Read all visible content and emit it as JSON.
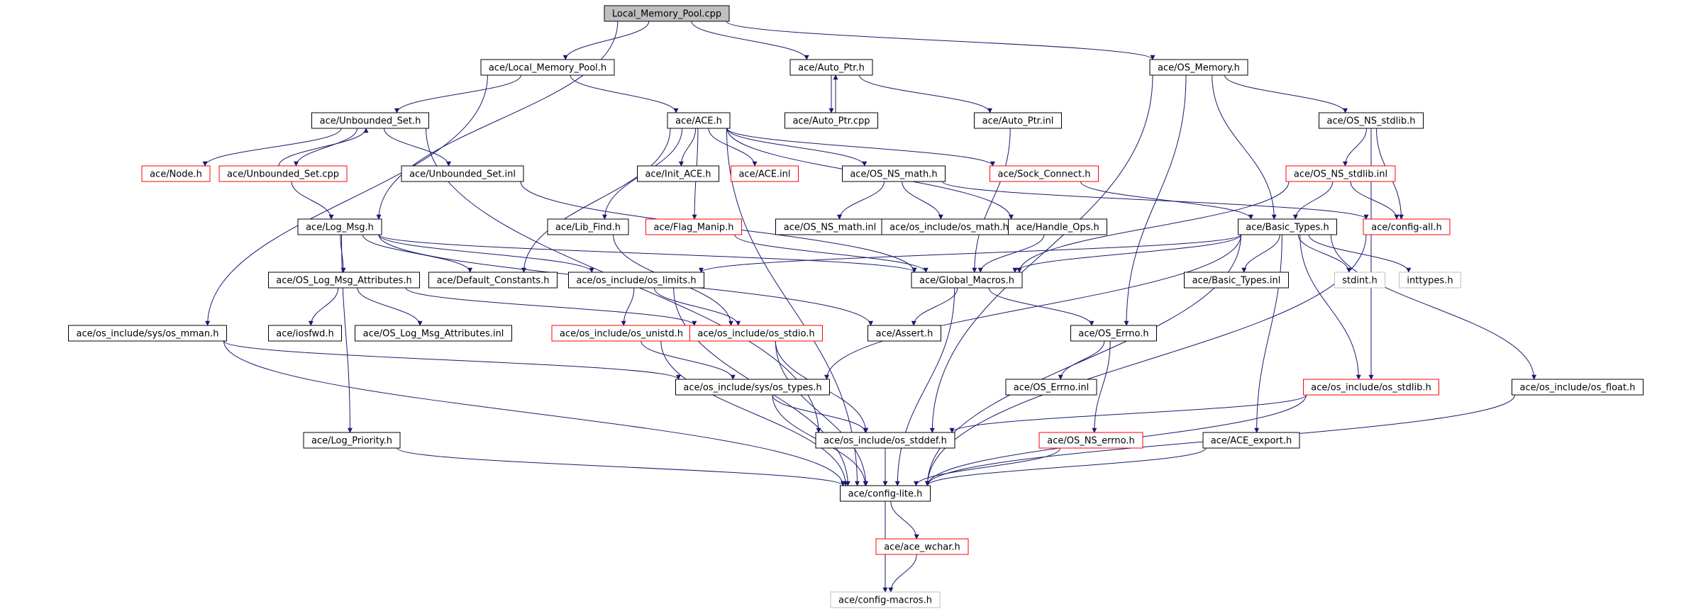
{
  "diagram": {
    "type": "include-dependency-graph",
    "colors": {
      "edge": "#191970",
      "border_normal": "#000000",
      "border_red": "#ff0000",
      "border_gray": "#bfbfbf",
      "root_fill": "#bfbfbf",
      "node_fill": "#ffffff"
    },
    "nodes": [
      {
        "id": "lmp_cpp",
        "label": "Local_Memory_Pool.cpp",
        "style": "root"
      },
      {
        "id": "lmp_h",
        "label": "ace/Local_Memory_Pool.h",
        "style": "normal"
      },
      {
        "id": "auto_ptr_h",
        "label": "ace/Auto_Ptr.h",
        "style": "normal"
      },
      {
        "id": "os_memory_h",
        "label": "ace/OS_Memory.h",
        "style": "normal"
      },
      {
        "id": "auto_ptr_cpp",
        "label": "ace/Auto_Ptr.cpp",
        "style": "normal"
      },
      {
        "id": "auto_ptr_inl",
        "label": "ace/Auto_Ptr.inl",
        "style": "normal"
      },
      {
        "id": "os_ns_stdlib_h",
        "label": "ace/OS_NS_stdlib.h",
        "style": "normal"
      },
      {
        "id": "unbounded_set_h",
        "label": "ace/Unbounded_Set.h",
        "style": "normal"
      },
      {
        "id": "ace_h",
        "label": "ace/ACE.h",
        "style": "normal"
      },
      {
        "id": "node_h",
        "label": "ace/Node.h",
        "style": "red"
      },
      {
        "id": "unbounded_set_cpp",
        "label": "ace/Unbounded_Set.cpp",
        "style": "red"
      },
      {
        "id": "unbounded_set_inl",
        "label": "ace/Unbounded_Set.inl",
        "style": "normal"
      },
      {
        "id": "init_ace_h",
        "label": "ace/Init_ACE.h",
        "style": "normal"
      },
      {
        "id": "ace_inl",
        "label": "ace/ACE.inl",
        "style": "red"
      },
      {
        "id": "os_ns_math_h",
        "label": "ace/OS_NS_math.h",
        "style": "normal"
      },
      {
        "id": "sock_connect_h",
        "label": "ace/Sock_Connect.h",
        "style": "red"
      },
      {
        "id": "os_ns_stdlib_inl",
        "label": "ace/OS_NS_stdlib.inl",
        "style": "red"
      },
      {
        "id": "log_msg_h",
        "label": "ace/Log_Msg.h",
        "style": "normal"
      },
      {
        "id": "lib_find_h",
        "label": "ace/Lib_Find.h",
        "style": "normal"
      },
      {
        "id": "flag_manip_h",
        "label": "ace/Flag_Manip.h",
        "style": "red"
      },
      {
        "id": "os_ns_math_inl",
        "label": "ace/OS_NS_math.inl",
        "style": "normal"
      },
      {
        "id": "os_math_h",
        "label": "ace/os_include/os_math.h",
        "style": "normal"
      },
      {
        "id": "handle_ops_h",
        "label": "ace/Handle_Ops.h",
        "style": "normal"
      },
      {
        "id": "basic_types_h",
        "label": "ace/Basic_Types.h",
        "style": "normal"
      },
      {
        "id": "config_all_h",
        "label": "ace/config-all.h",
        "style": "red"
      },
      {
        "id": "os_log_msg_attr_h",
        "label": "ace/OS_Log_Msg_Attributes.h",
        "style": "normal"
      },
      {
        "id": "default_constants_h",
        "label": "ace/Default_Constants.h",
        "style": "normal"
      },
      {
        "id": "os_limits_h",
        "label": "ace/os_include/os_limits.h",
        "style": "normal"
      },
      {
        "id": "global_macros_h",
        "label": "ace/Global_Macros.h",
        "style": "normal"
      },
      {
        "id": "basic_types_inl",
        "label": "ace/Basic_Types.inl",
        "style": "normal"
      },
      {
        "id": "stdint_h",
        "label": "stdint.h",
        "style": "gray"
      },
      {
        "id": "inttypes_h",
        "label": "inttypes.h",
        "style": "gray"
      },
      {
        "id": "os_mman_h",
        "label": "ace/os_include/sys/os_mman.h",
        "style": "normal"
      },
      {
        "id": "iosfwd_h",
        "label": "ace/iosfwd.h",
        "style": "normal"
      },
      {
        "id": "os_log_msg_attr_inl",
        "label": "ace/OS_Log_Msg_Attributes.inl",
        "style": "normal"
      },
      {
        "id": "os_unistd_h",
        "label": "ace/os_include/os_unistd.h",
        "style": "red"
      },
      {
        "id": "os_stdio_h",
        "label": "ace/os_include/os_stdio.h",
        "style": "red"
      },
      {
        "id": "assert_h",
        "label": "ace/Assert.h",
        "style": "normal"
      },
      {
        "id": "os_errno_h",
        "label": "ace/OS_Errno.h",
        "style": "normal"
      },
      {
        "id": "os_types_h",
        "label": "ace/os_include/sys/os_types.h",
        "style": "normal"
      },
      {
        "id": "os_errno_inl",
        "label": "ace/OS_Errno.inl",
        "style": "normal"
      },
      {
        "id": "os_stdlib_h",
        "label": "ace/os_include/os_stdlib.h",
        "style": "red"
      },
      {
        "id": "os_float_h",
        "label": "ace/os_include/os_float.h",
        "style": "normal"
      },
      {
        "id": "log_priority_h",
        "label": "ace/Log_Priority.h",
        "style": "normal"
      },
      {
        "id": "os_stddef_h",
        "label": "ace/os_include/os_stddef.h",
        "style": "normal"
      },
      {
        "id": "os_ns_errno_h",
        "label": "ace/OS_NS_errno.h",
        "style": "red"
      },
      {
        "id": "ace_export_h",
        "label": "ace/ACE_export.h",
        "style": "normal"
      },
      {
        "id": "config_lite_h",
        "label": "ace/config-lite.h",
        "style": "normal"
      },
      {
        "id": "ace_wchar_h",
        "label": "ace/ace_wchar.h",
        "style": "red"
      },
      {
        "id": "config_macros_h",
        "label": "ace/config-macros.h",
        "style": "gray"
      }
    ],
    "edges": [
      [
        "lmp_cpp",
        "lmp_h"
      ],
      [
        "lmp_cpp",
        "auto_ptr_h"
      ],
      [
        "lmp_cpp",
        "os_memory_h"
      ],
      [
        "lmp_cpp",
        "log_msg_h"
      ],
      [
        "lmp_h",
        "unbounded_set_h"
      ],
      [
        "lmp_h",
        "ace_h"
      ],
      [
        "lmp_h",
        "os_mman_h"
      ],
      [
        "auto_ptr_h",
        "auto_ptr_cpp"
      ],
      [
        "auto_ptr_cpp",
        "auto_ptr_h"
      ],
      [
        "auto_ptr_h",
        "auto_ptr_inl"
      ],
      [
        "auto_ptr_inl",
        "global_macros_h"
      ],
      [
        "os_memory_h",
        "os_ns_stdlib_h"
      ],
      [
        "os_memory_h",
        "basic_types_h"
      ],
      [
        "os_memory_h",
        "os_errno_h"
      ],
      [
        "os_memory_h",
        "os_stddef_h"
      ],
      [
        "os_ns_stdlib_h",
        "os_ns_stdlib_inl"
      ],
      [
        "os_ns_stdlib_h",
        "config_all_h"
      ],
      [
        "os_ns_stdlib_h",
        "os_stdlib_h"
      ],
      [
        "unbounded_set_h",
        "node_h"
      ],
      [
        "unbounded_set_h",
        "unbounded_set_cpp"
      ],
      [
        "unbounded_set_cpp",
        "unbounded_set_h"
      ],
      [
        "unbounded_set_h",
        "unbounded_set_inl"
      ],
      [
        "unbounded_set_h",
        "os_stddef_h"
      ],
      [
        "unbounded_set_cpp",
        "log_msg_h"
      ],
      [
        "unbounded_set_inl",
        "global_macros_h"
      ],
      [
        "ace_h",
        "init_ace_h"
      ],
      [
        "ace_h",
        "ace_inl"
      ],
      [
        "ace_h",
        "os_ns_math_h"
      ],
      [
        "ace_h",
        "sock_connect_h"
      ],
      [
        "ace_h",
        "lib_find_h"
      ],
      [
        "ace_h",
        "flag_manip_h"
      ],
      [
        "ace_h",
        "handle_ops_h"
      ],
      [
        "ace_h",
        "default_constants_h"
      ],
      [
        "ace_h",
        "config_lite_h"
      ],
      [
        "os_ns_math_h",
        "os_ns_math_inl"
      ],
      [
        "os_ns_math_h",
        "os_math_h"
      ],
      [
        "os_ns_math_h",
        "config_all_h"
      ],
      [
        "sock_connect_h",
        "basic_types_h"
      ],
      [
        "os_ns_stdlib_inl",
        "basic_types_h"
      ],
      [
        "os_ns_stdlib_inl",
        "config_all_h"
      ],
      [
        "os_ns_stdlib_inl",
        "global_macros_h"
      ],
      [
        "log_msg_h",
        "os_log_msg_attr_h"
      ],
      [
        "log_msg_h",
        "default_constants_h"
      ],
      [
        "log_msg_h",
        "os_limits_h"
      ],
      [
        "log_msg_h",
        "global_macros_h"
      ],
      [
        "log_msg_h",
        "assert_h"
      ],
      [
        "log_msg_h",
        "log_priority_h"
      ],
      [
        "lib_find_h",
        "os_stdio_h"
      ],
      [
        "flag_manip_h",
        "global_macros_h"
      ],
      [
        "handle_ops_h",
        "global_macros_h"
      ],
      [
        "basic_types_h",
        "basic_types_inl"
      ],
      [
        "basic_types_h",
        "stdint_h"
      ],
      [
        "basic_types_h",
        "inttypes_h"
      ],
      [
        "basic_types_h",
        "os_limits_h"
      ],
      [
        "basic_types_h",
        "os_types_h"
      ],
      [
        "basic_types_h",
        "ace_export_h"
      ],
      [
        "basic_types_h",
        "os_stdlib_h"
      ],
      [
        "basic_types_h",
        "os_float_h"
      ],
      [
        "basic_types_h",
        "config_lite_h"
      ],
      [
        "basic_types_h",
        "global_macros_h"
      ],
      [
        "config_all_h",
        "config_lite_h"
      ],
      [
        "os_log_msg_attr_h",
        "iosfwd_h"
      ],
      [
        "os_log_msg_attr_h",
        "os_log_msg_attr_inl"
      ],
      [
        "os_log_msg_attr_h",
        "os_stdio_h"
      ],
      [
        "os_limits_h",
        "os_unistd_h"
      ],
      [
        "os_limits_h",
        "os_stdio_h"
      ],
      [
        "os_limits_h",
        "config_lite_h"
      ],
      [
        "global_macros_h",
        "assert_h"
      ],
      [
        "global_macros_h",
        "os_errno_h"
      ],
      [
        "global_macros_h",
        "config_lite_h"
      ],
      [
        "os_mman_h",
        "os_types_h"
      ],
      [
        "os_mman_h",
        "config_lite_h"
      ],
      [
        "os_unistd_h",
        "os_types_h"
      ],
      [
        "os_unistd_h",
        "config_lite_h"
      ],
      [
        "os_stdio_h",
        "os_stddef_h"
      ],
      [
        "os_stdio_h",
        "config_lite_h"
      ],
      [
        "os_errno_h",
        "os_errno_inl"
      ],
      [
        "os_errno_h",
        "os_ns_errno_h"
      ],
      [
        "os_types_h",
        "os_stddef_h"
      ],
      [
        "os_types_h",
        "config_lite_h"
      ],
      [
        "os_stdlib_h",
        "os_stddef_h"
      ],
      [
        "os_stdlib_h",
        "config_lite_h"
      ],
      [
        "os_float_h",
        "config_lite_h"
      ],
      [
        "log_priority_h",
        "config_lite_h"
      ],
      [
        "os_stddef_h",
        "config_lite_h"
      ],
      [
        "os_ns_errno_h",
        "config_lite_h"
      ],
      [
        "ace_export_h",
        "config_lite_h"
      ],
      [
        "config_lite_h",
        "ace_wchar_h"
      ],
      [
        "config_lite_h",
        "config_macros_h"
      ],
      [
        "ace_wchar_h",
        "config_macros_h"
      ]
    ]
  }
}
